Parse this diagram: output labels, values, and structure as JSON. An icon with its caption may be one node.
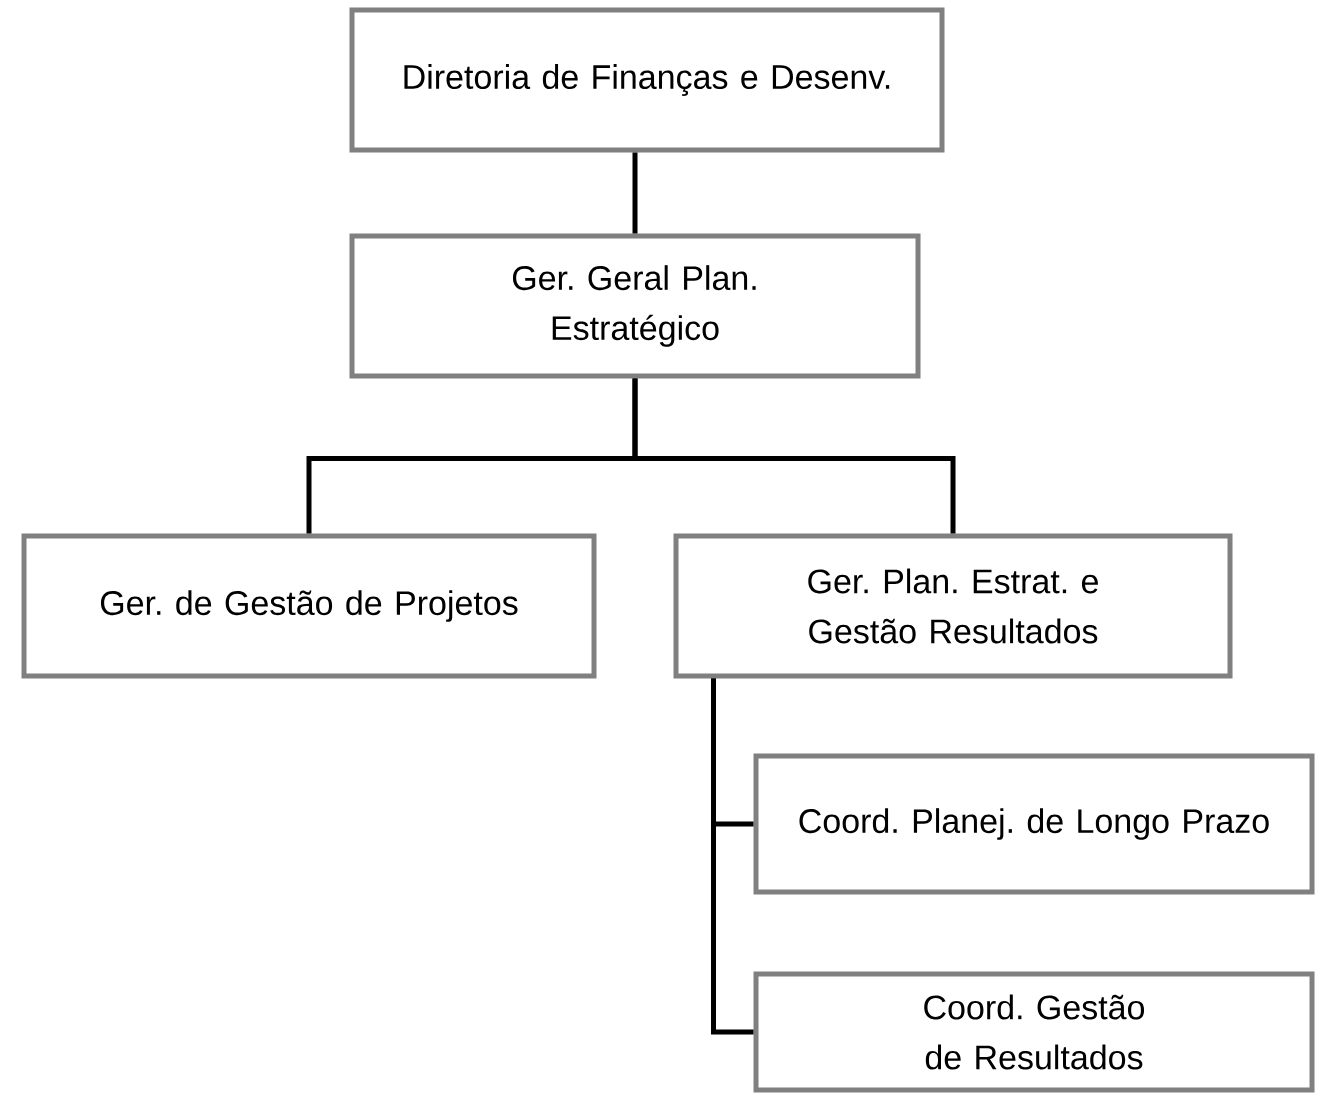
{
  "diagram": {
    "nodes": [
      {
        "text": [
          "Diretoria de Finanças e Desenv."
        ]
      },
      {
        "text": [
          "Ger. Geral Plan. Estratégico"
        ]
      },
      {
        "text": [
          "Ger. de Gestão de Projetos"
        ]
      },
      {
        "text": [
          "Ger. Plan. Estrat. e Gestão Resultados"
        ]
      },
      {
        "text": [
          "Coord. Planej. de Longo Prazo"
        ]
      },
      {
        "text": [
          "Coord. Gestão de Resultados"
        ]
      }
    ],
    "edges": [
      {
        "from": 0,
        "to": 1,
        "arrow": "none"
      },
      {
        "from": 1,
        "to": 2,
        "arrow": "none"
      },
      {
        "from": 1,
        "to": 3,
        "arrow": "none"
      },
      {
        "from": 3,
        "to": 4,
        "arrow": "none"
      },
      {
        "from": 3,
        "to": 5,
        "arrow": "none"
      }
    ]
  }
}
